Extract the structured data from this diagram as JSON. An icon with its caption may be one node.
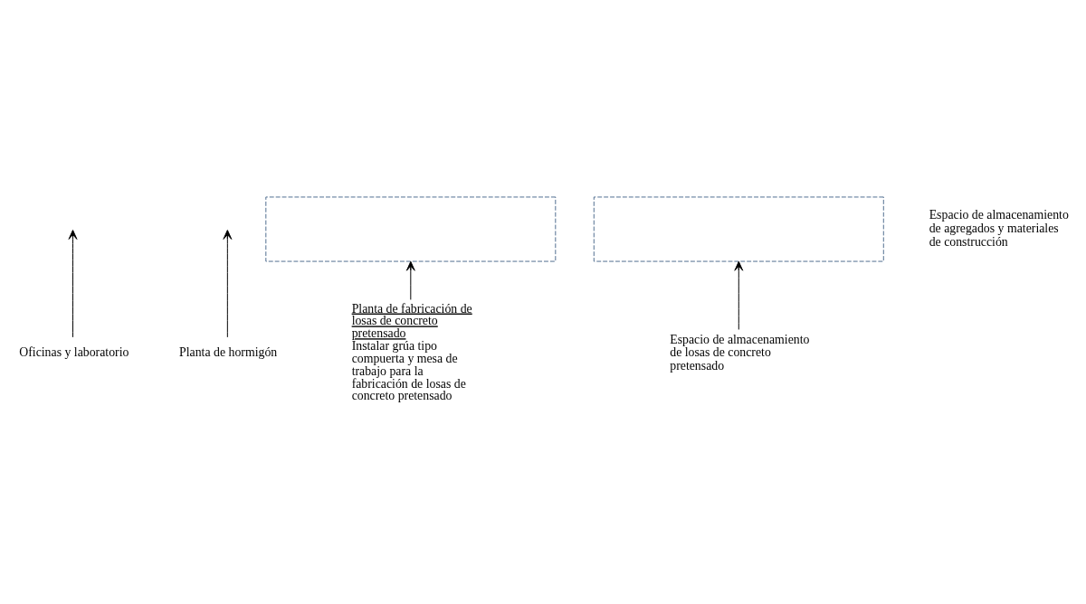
{
  "diagram": {
    "nodes": [
      {
        "text": [
          "Oficinas y laboratorio"
        ]
      },
      {
        "text": [
          "Planta de hormigón"
        ]
      },
      {
        "text": [],
        "shape": "box"
      },
      {
        "text": [
          "Planta de fabricación de losas de concreto pretensado",
          "Instalar grúa tipo compuerta y mesa de trabajo para la fabricación de losas de concreto pretensado"
        ]
      },
      {
        "text": [],
        "shape": "box"
      },
      {
        "text": [
          "Espacio de almacenamiento de losas de concreto pretensado"
        ]
      }
    ],
    "edges": [
      {
        "from": 0,
        "to": null,
        "arrow": "to"
      },
      {
        "from": 1,
        "to": null,
        "arrow": "to"
      },
      {
        "from": 3,
        "to": 2,
        "arrow": "to"
      },
      {
        "from": 5,
        "to": 4,
        "arrow": "to"
      }
    ],
    "labels": [
      "Espacio de almacenamiento de agregados y materiales de construcción"
    ]
  }
}
